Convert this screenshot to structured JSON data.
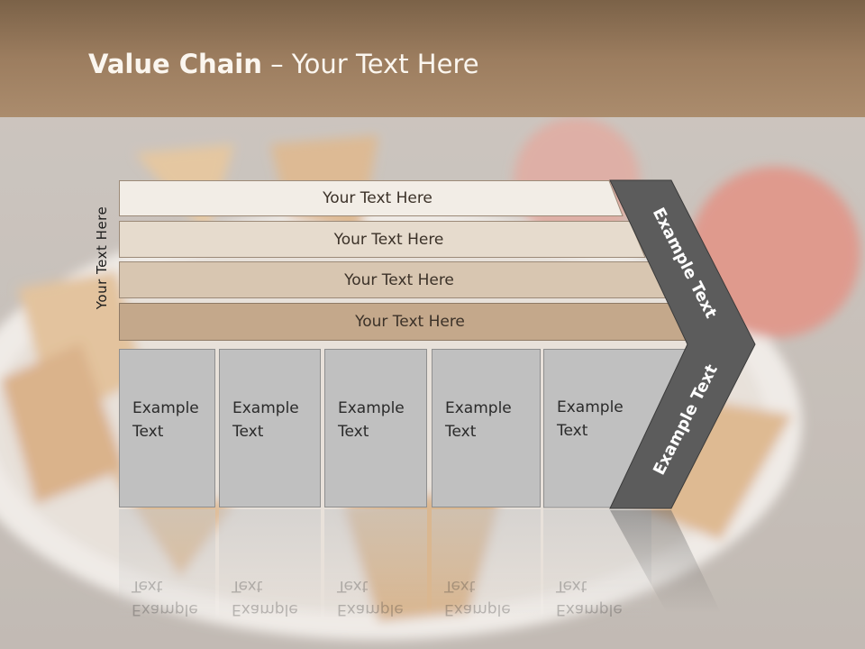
{
  "title": {
    "bold": "Value Chain",
    "rest": " – Your Text Here"
  },
  "side_label": "Your Text Here",
  "rows": [
    {
      "label": "Your Text Here",
      "color": "#f2ede6"
    },
    {
      "label": "Your Text Here",
      "color": "#e6dbcd"
    },
    {
      "label": "Your Text Here",
      "color": "#d8c6b1"
    },
    {
      "label": "Your Text Here",
      "color": "#c4a88b"
    }
  ],
  "boxes": [
    {
      "text": "Example\nText"
    },
    {
      "text": "Example\nText"
    },
    {
      "text": "Example\nText"
    },
    {
      "text": "Example\nText"
    },
    {
      "text": "Example\nText"
    }
  ],
  "chevron_labels": [
    "Example Text",
    "Example Text"
  ],
  "colors": {
    "chevron": "#5c5c5c",
    "box": "#c0c0c0"
  }
}
